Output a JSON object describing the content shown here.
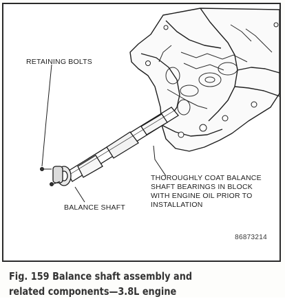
{
  "figure": {
    "callouts": {
      "retaining_bolts": "RETAINING BOLTS",
      "balance_shaft": "BALANCE SHAFT",
      "coat_note": [
        "THOROUGHLY COAT BALANCE",
        "SHAFT BEARINGS IN BLOCK",
        "WITH ENGINE OIL PRIOR TO",
        "INSTALLATION"
      ]
    },
    "figure_number": "86873214"
  },
  "caption": {
    "line1": "Fig. 159 Balance shaft assembly and",
    "line2": "related components—3.8L engine"
  }
}
